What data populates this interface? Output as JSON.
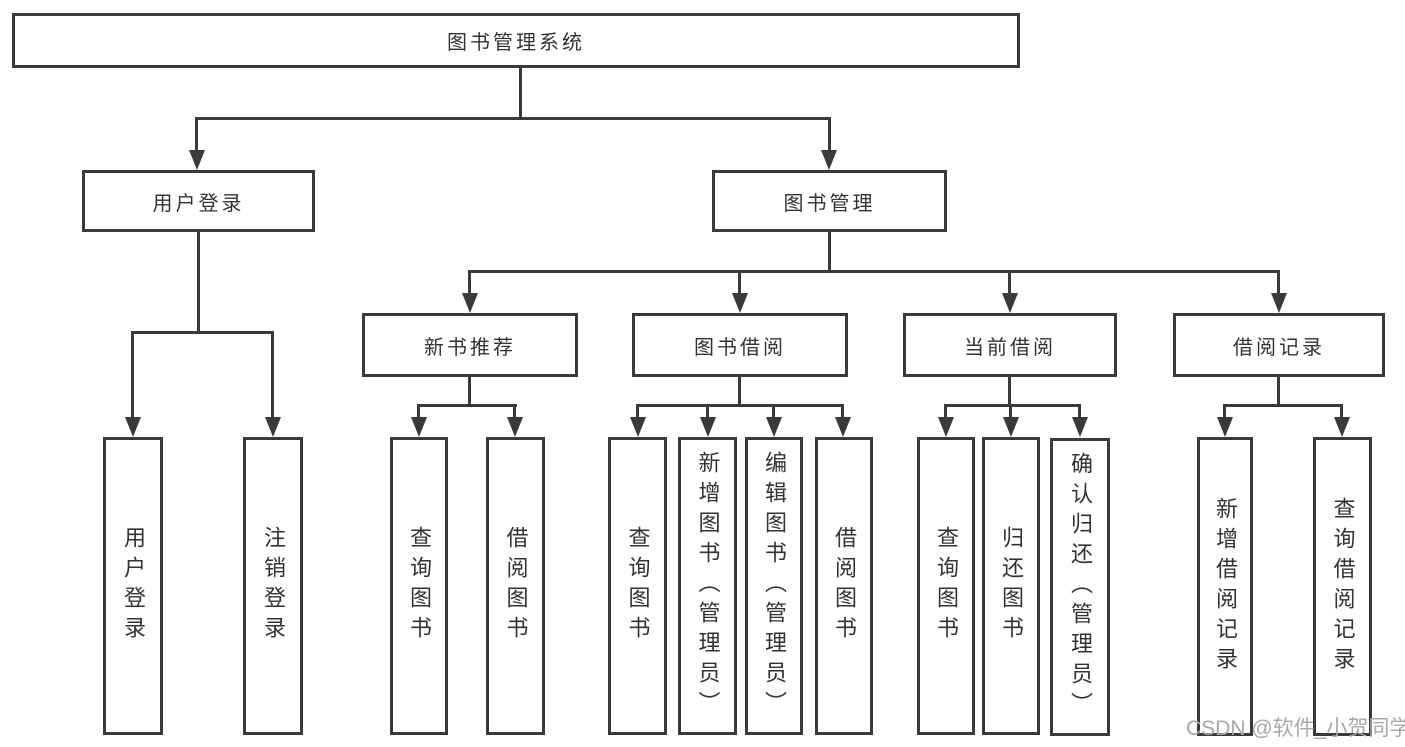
{
  "diagram": {
    "type": "hierarchy-tree",
    "title": "图书管理系统",
    "watermark": "CSDN @软件_小贺同学",
    "colors": {
      "line": "#3a3a3a",
      "text": "#333333",
      "background": "#ffffff",
      "watermark": "#a8a8a8"
    },
    "nodes": [
      {
        "id": "root",
        "label": "图书管理系统",
        "parent": null,
        "level": 0
      },
      {
        "id": "user-login",
        "label": "用户登录",
        "parent": "root",
        "level": 1
      },
      {
        "id": "book-management",
        "label": "图书管理",
        "parent": "root",
        "level": 1
      },
      {
        "id": "new-book-recommend",
        "label": "新书推荐",
        "parent": "book-management",
        "level": 2
      },
      {
        "id": "book-borrow",
        "label": "图书借阅",
        "parent": "book-management",
        "level": 2
      },
      {
        "id": "current-borrow",
        "label": "当前借阅",
        "parent": "book-management",
        "level": 2
      },
      {
        "id": "borrow-records",
        "label": "借阅记录",
        "parent": "book-management",
        "level": 2
      },
      {
        "id": "leaf-user-login",
        "label": "用户登录",
        "parent": "user-login",
        "level": 3
      },
      {
        "id": "leaf-logout",
        "label": "注销登录",
        "parent": "user-login",
        "level": 3
      },
      {
        "id": "leaf-query-books-a",
        "label": "查询图书",
        "parent": "new-book-recommend",
        "level": 3
      },
      {
        "id": "leaf-borrow-books-a",
        "label": "借阅图书",
        "parent": "new-book-recommend",
        "level": 3
      },
      {
        "id": "leaf-query-books-b",
        "label": "查询图书",
        "parent": "book-borrow",
        "level": 3
      },
      {
        "id": "leaf-add-books-admin",
        "label": "新增图书（管理员）",
        "parent": "book-borrow",
        "level": 3
      },
      {
        "id": "leaf-edit-books-admin",
        "label": "编辑图书（管理员）",
        "parent": "book-borrow",
        "level": 3
      },
      {
        "id": "leaf-borrow-books-b",
        "label": "借阅图书",
        "parent": "book-borrow",
        "level": 3
      },
      {
        "id": "leaf-query-books-c",
        "label": "查询图书",
        "parent": "current-borrow",
        "level": 3
      },
      {
        "id": "leaf-return-books",
        "label": "归还图书",
        "parent": "current-borrow",
        "level": 3
      },
      {
        "id": "leaf-confirm-return-admin",
        "label": "确认归还（管理员）",
        "parent": "current-borrow",
        "level": 3
      },
      {
        "id": "leaf-add-borrow-record",
        "label": "新增借阅记录",
        "parent": "borrow-records",
        "level": 3
      },
      {
        "id": "leaf-query-borrow-record",
        "label": "查询借阅记录",
        "parent": "borrow-records",
        "level": 3
      }
    ]
  }
}
